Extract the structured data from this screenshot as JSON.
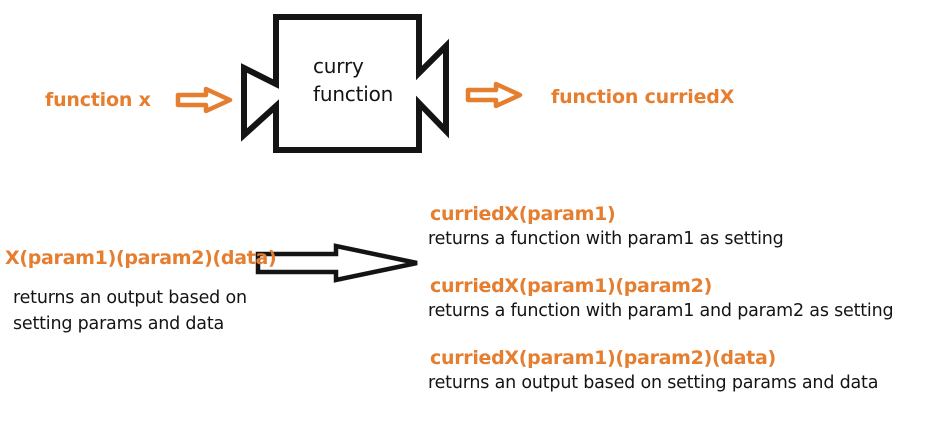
{
  "colors": {
    "orange": "#E67E30",
    "ink": "#141414",
    "background": "#FFFFFF"
  },
  "top_flow": {
    "input_label": "function x",
    "machine_label_line1": "curry",
    "machine_label_line2": "function",
    "output_label": "function curriedX"
  },
  "transformation": {
    "source": {
      "title": "X(param1)(param2)(data)",
      "description_line1": "returns an output based on",
      "description_line2": "setting params and data"
    },
    "results": [
      {
        "title": "curriedX(param1)",
        "description": "returns a function with param1 as setting"
      },
      {
        "title": "curriedX(param1)(param2)",
        "description": "returns a function with param1 and param2 as setting"
      },
      {
        "title": "curriedX(param1)(param2)(data)",
        "description": "returns an output based on setting params and data"
      }
    ]
  },
  "icons": {
    "input_arrow": "right-arrow",
    "output_arrow": "right-arrow",
    "transform_arrow": "right-arrow"
  }
}
